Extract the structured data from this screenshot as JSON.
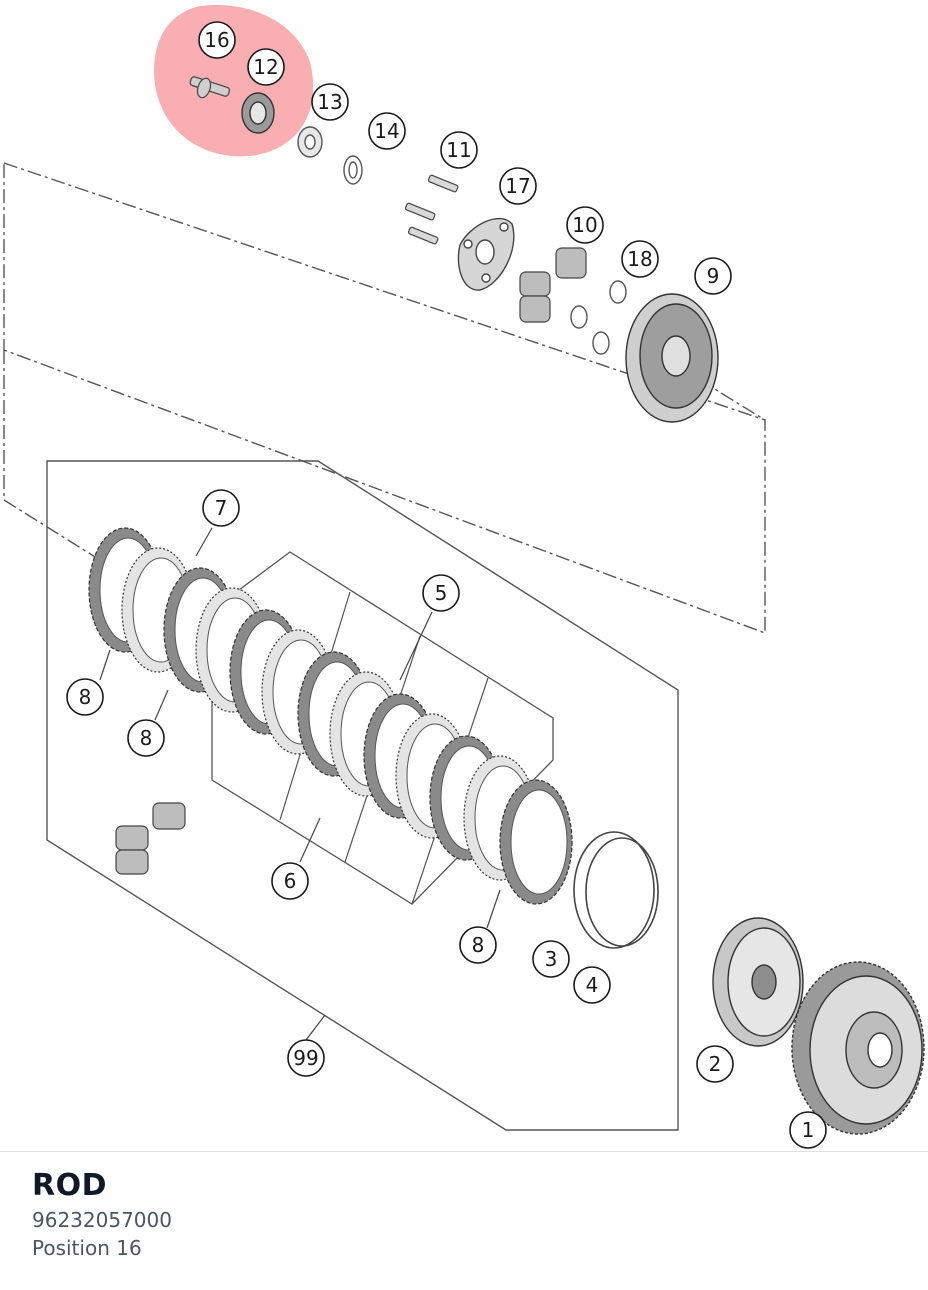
{
  "diagram": {
    "highlight_color": "#f8a1a4",
    "callouts": [
      "16",
      "12",
      "13",
      "14",
      "11",
      "17",
      "10",
      "18",
      "9",
      "7",
      "5",
      "8",
      "8",
      "6",
      "8",
      "3",
      "4",
      "2",
      "1",
      "99"
    ],
    "highlighted_callouts": [
      "16",
      "12"
    ]
  },
  "part": {
    "name": "ROD",
    "number": "96232057000",
    "position": "Position 16"
  }
}
